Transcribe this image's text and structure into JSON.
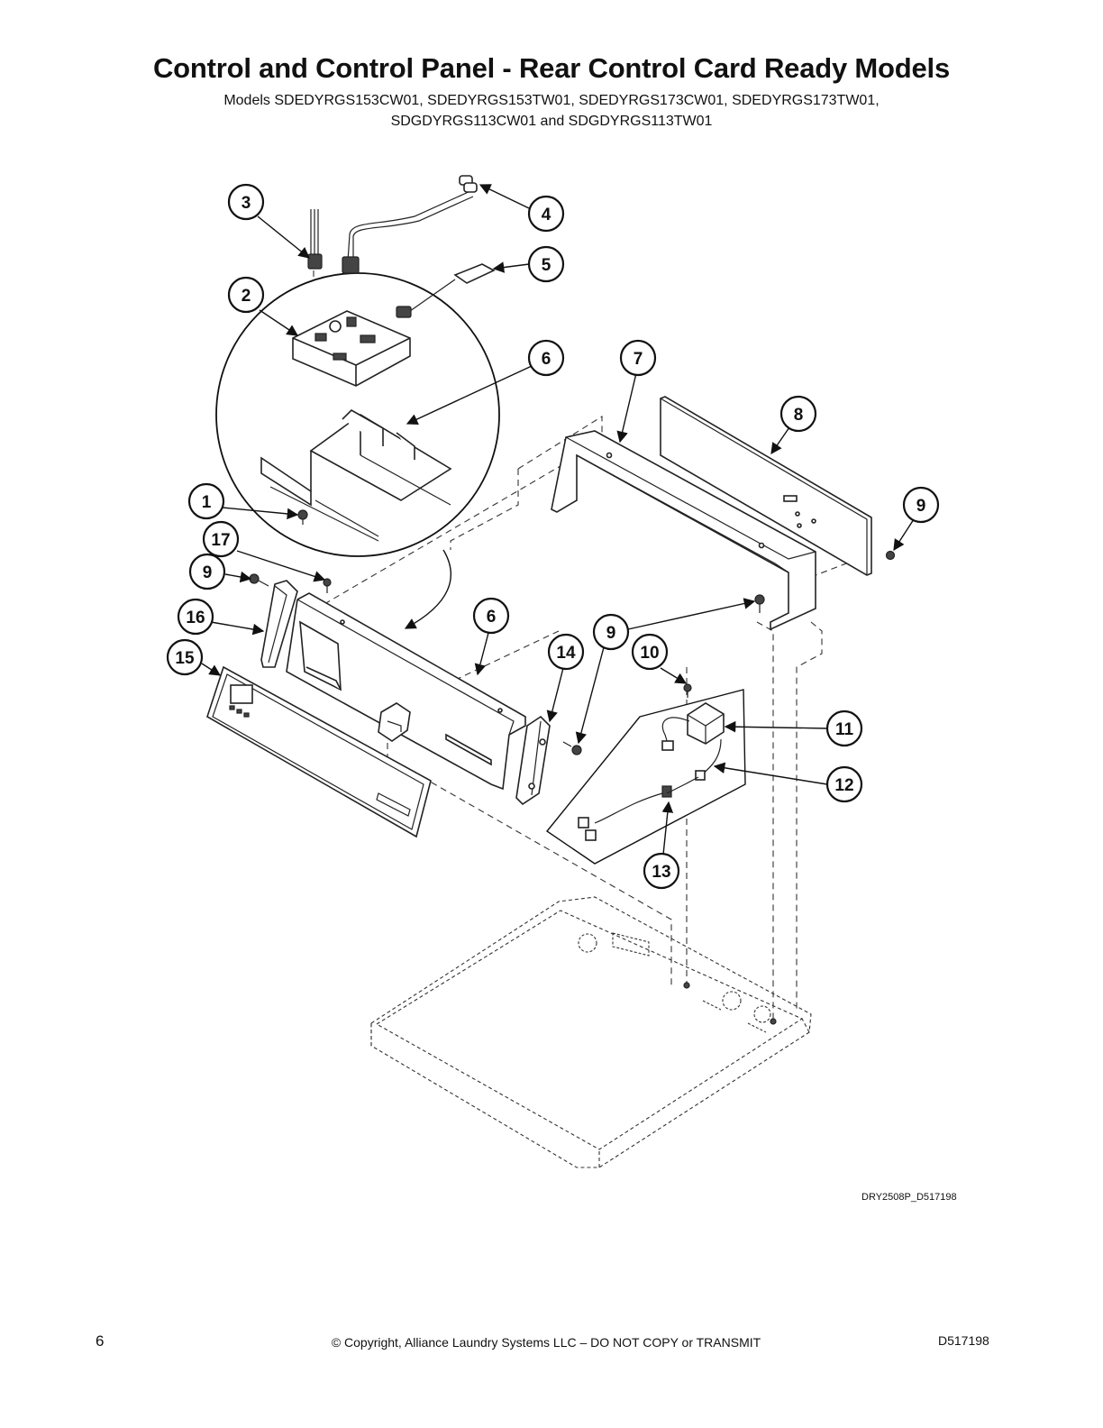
{
  "header": {
    "title": "Control and Control Panel - Rear Control Card Ready Models",
    "models_line1": "Models SDEDYRGS153CW01, SDEDYRGS153TW01, SDEDYRGS173CW01, SDEDYRGS173TW01,",
    "models_line2": "SDGDYRGS113CW01 and SDGDYRGS113TW01"
  },
  "diagram": {
    "callouts": [
      "1",
      "2",
      "3",
      "4",
      "5",
      "6",
      "7",
      "8",
      "9",
      "10",
      "11",
      "12",
      "13",
      "14",
      "15",
      "16",
      "17"
    ],
    "drawing_number": "DRY2508P_D517198"
  },
  "footer": {
    "page_number": "6",
    "copyright": "© Copyright, Alliance Laundry Systems LLC – DO NOT COPY or TRANSMIT",
    "doc_id": "D517198"
  }
}
